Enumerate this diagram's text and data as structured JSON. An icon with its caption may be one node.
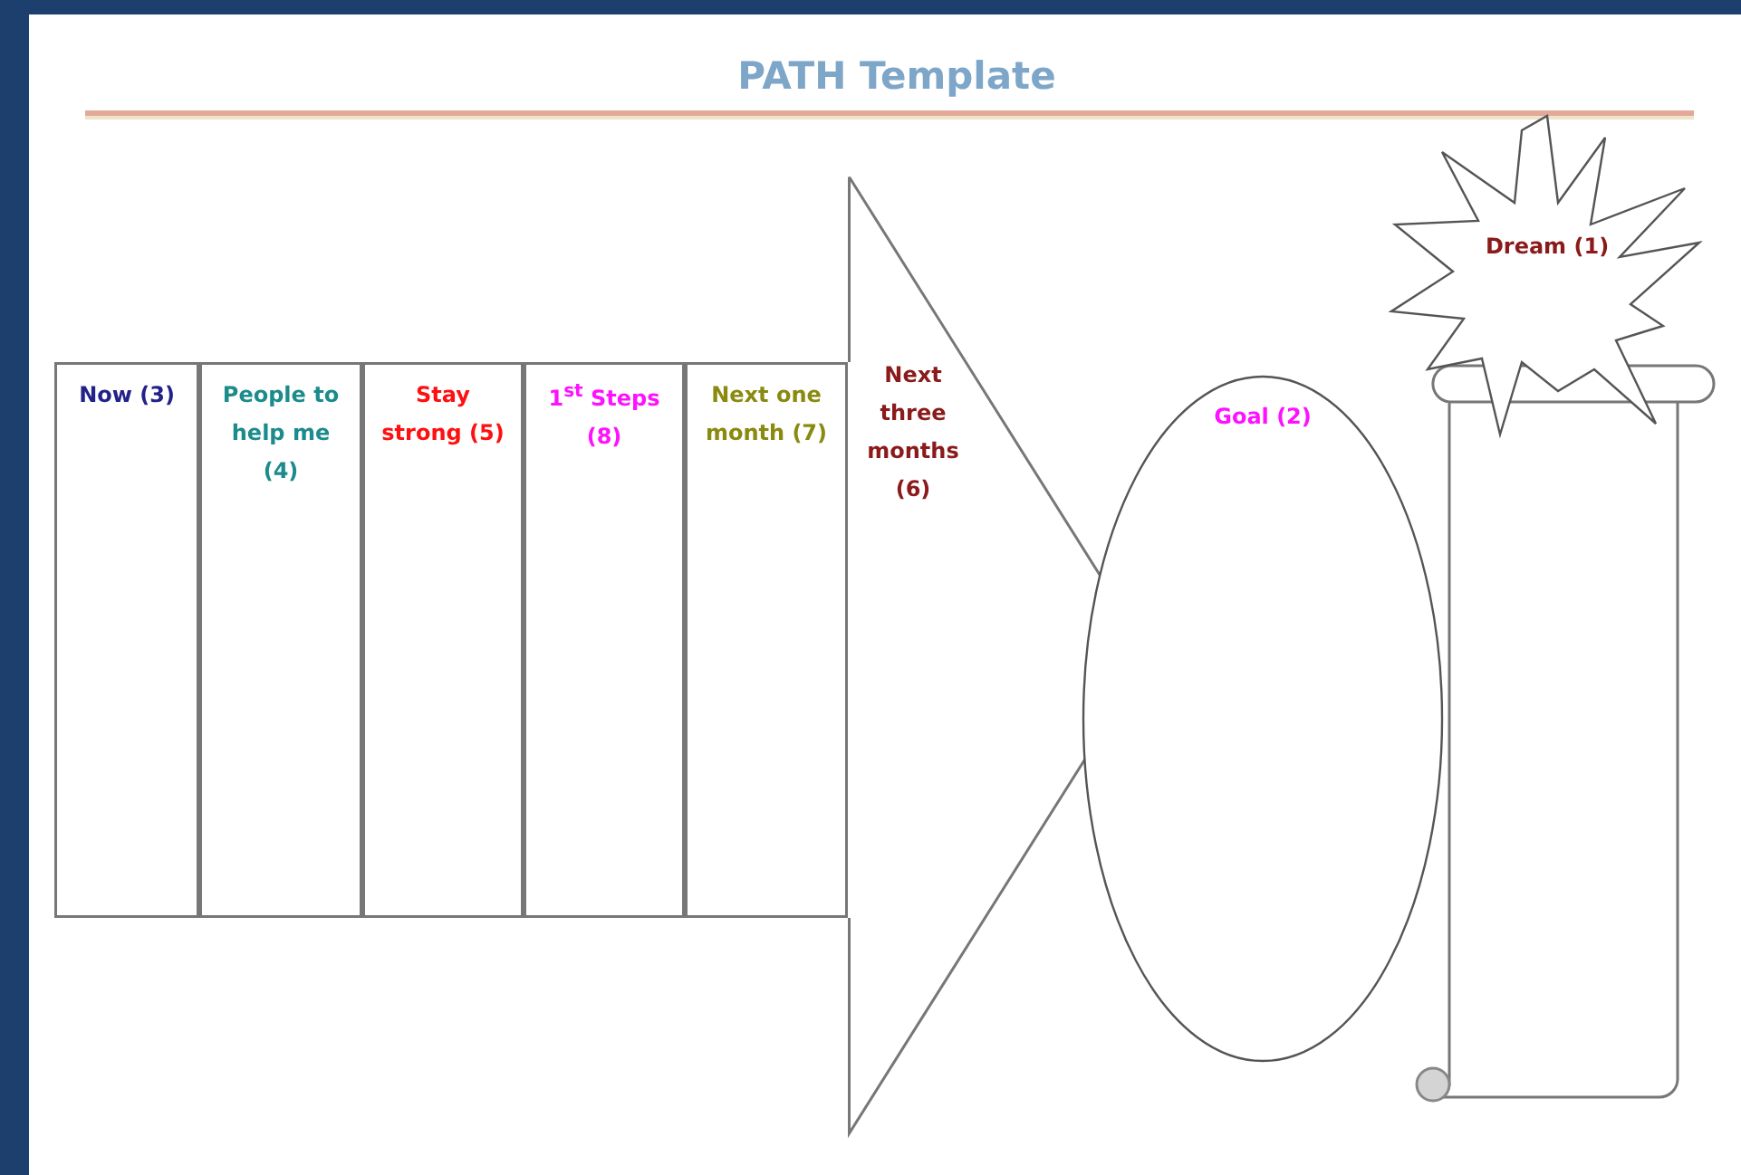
{
  "diagram": {
    "title": "PATH Template",
    "nodes": [
      {
        "text": [
          "Now (3)"
        ]
      },
      {
        "text": [
          "People to help me (4)"
        ]
      },
      {
        "text": [
          "Stay strong (5)"
        ]
      },
      {
        "text": [
          "1$^{st}$ Steps (8)"
        ]
      },
      {
        "text": [
          "Next one month (7)"
        ]
      },
      {
        "text": [
          "Next three months (6)"
        ]
      },
      {
        "text": [
          "Goal (2)"
        ]
      },
      {
        "text": [],
        "shape": "scroll"
      },
      {
        "text": [
          "Dream (1)"
        ]
      }
    ]
  }
}
